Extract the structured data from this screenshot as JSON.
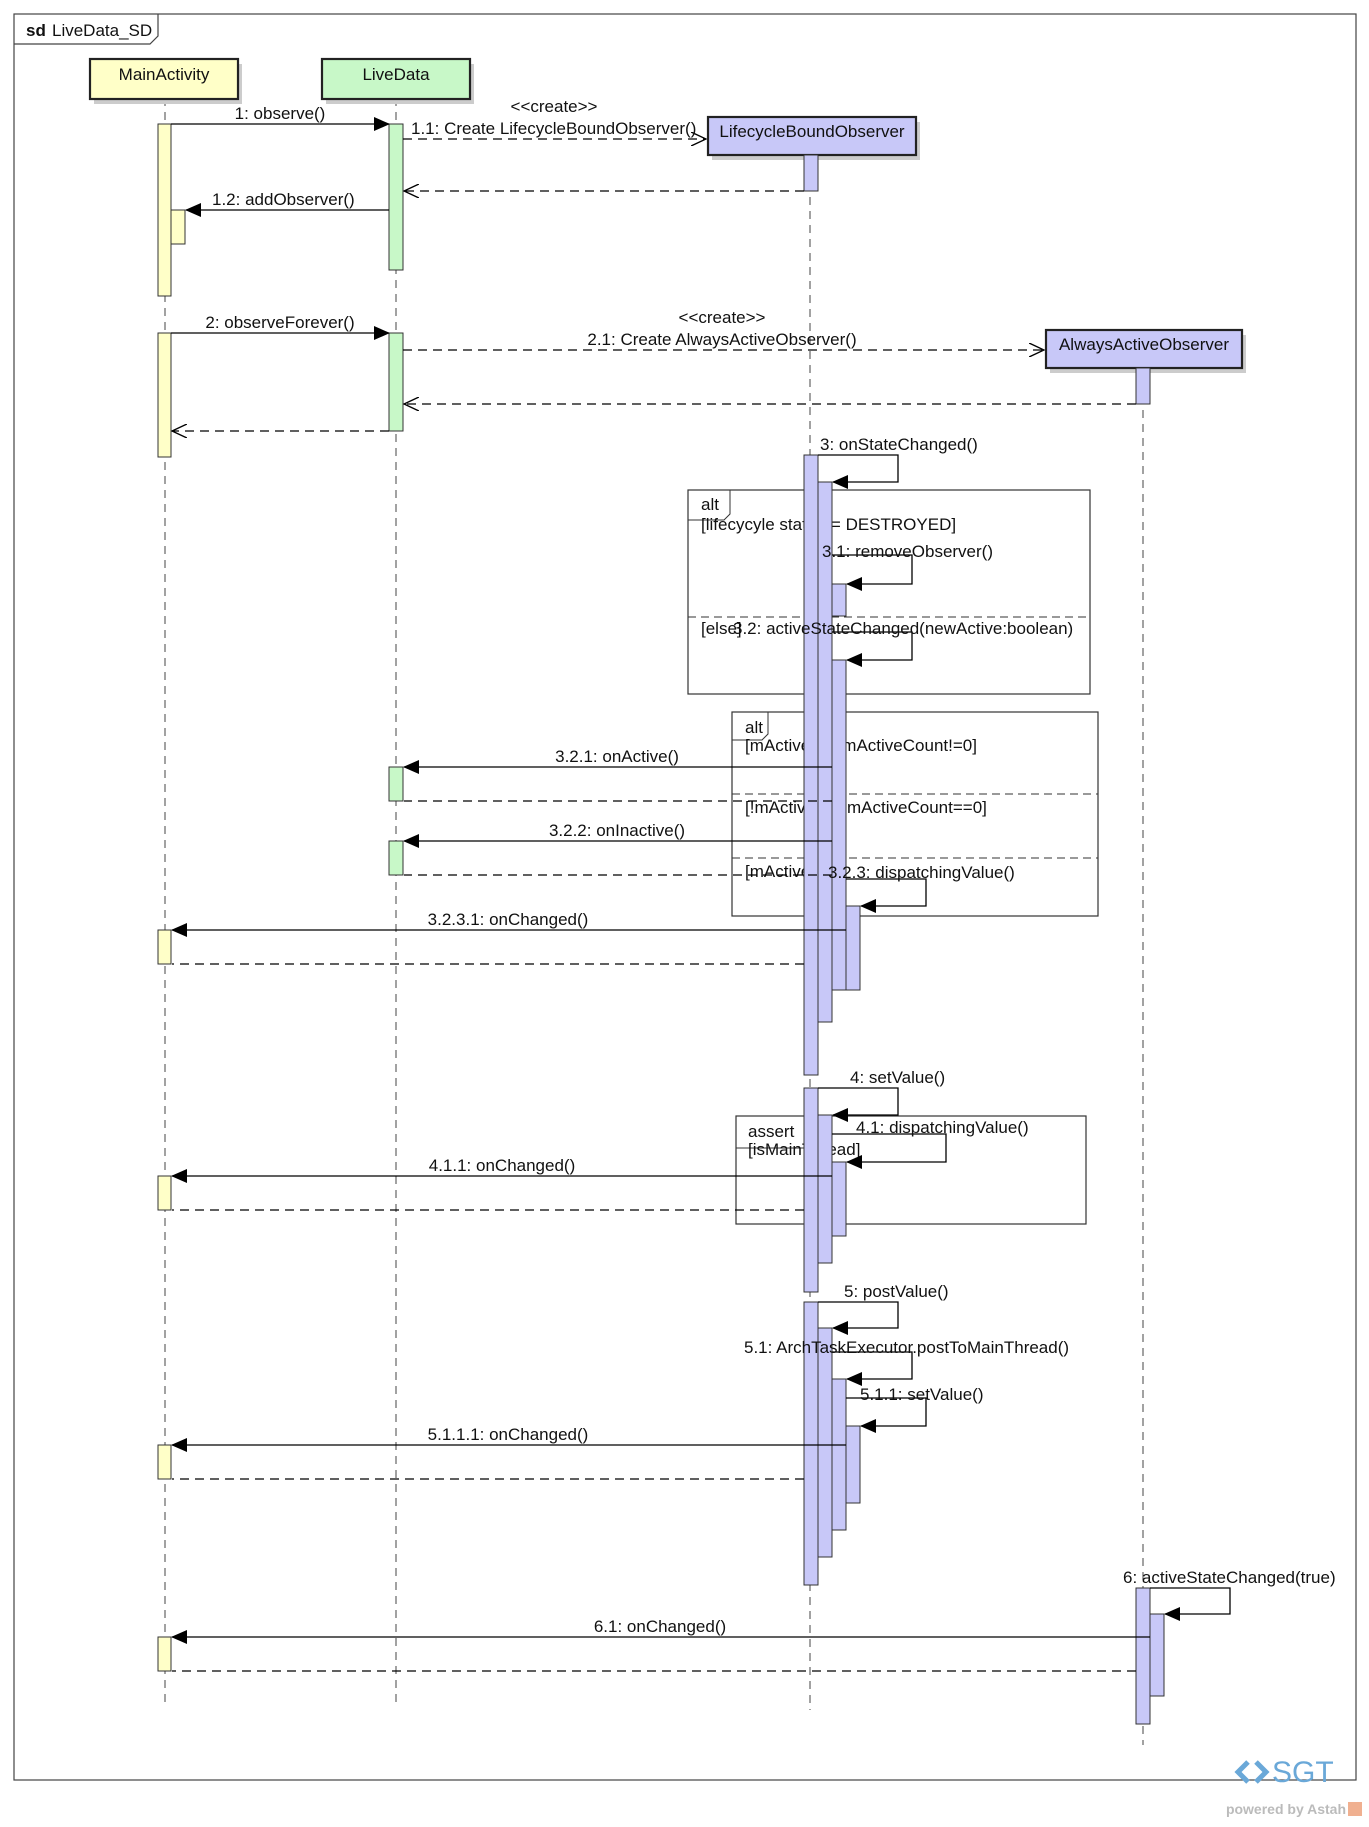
{
  "diagram": {
    "frame_label": "sd",
    "title": "LiveData_SD",
    "lifelines": [
      {
        "id": "main",
        "label": "MainActivity",
        "fill": "#ffffc8"
      },
      {
        "id": "live",
        "label": "LiveData",
        "fill": "#c8f8c8"
      },
      {
        "id": "lbo",
        "label": "LifecycleBoundObserver",
        "fill": "#c8c8f8"
      },
      {
        "id": "aao",
        "label": "AlwaysActiveObserver",
        "fill": "#c8c8f8"
      }
    ],
    "messages": [
      "1: observe()",
      "1.1: Create LifecycleBoundObserver()",
      "1.2: addObserver()",
      "2: observeForever()",
      "2.1: Create AlwaysActiveObserver()",
      "3: onStateChanged()",
      "3.1: removeObserver()",
      "3.2: activeStateChanged(newActive:boolean)",
      "3.2.1: onActive()",
      "3.2.2: onInactive()",
      "3.2.3: dispatchingValue()",
      "3.2.3.1: onChanged()",
      "4: setValue()",
      "4.1: dispatchingValue()",
      "4.1.1: onChanged()",
      "5: postValue()",
      "5.1: ArchTaskExecutor.postToMainThread()",
      "5.1.1: setValue()",
      "5.1.1.1: onChanged()",
      "6: activeStateChanged(true)",
      "6.1: onChanged()"
    ],
    "stereotype": "<<create>>",
    "fragments": {
      "alt1": {
        "kind": "alt",
        "guard1": "[lifecycyle state == DESTROYED]",
        "guard2": "[else]"
      },
      "alt2": {
        "kind": "alt",
        "guard1": "[mActive && mActiveCount!=0]",
        "guard2": "[!mActive && mActiveCount==0]",
        "guard3": "[mActive]"
      },
      "assert": {
        "kind": "assert",
        "guard1": "[isMainThread]"
      }
    }
  },
  "watermark": {
    "logo": "SGT",
    "footer": "powered by Astah"
  },
  "colors": {
    "main": "#ffffc8",
    "live": "#c8f8c8",
    "observer": "#c8c8f8"
  }
}
